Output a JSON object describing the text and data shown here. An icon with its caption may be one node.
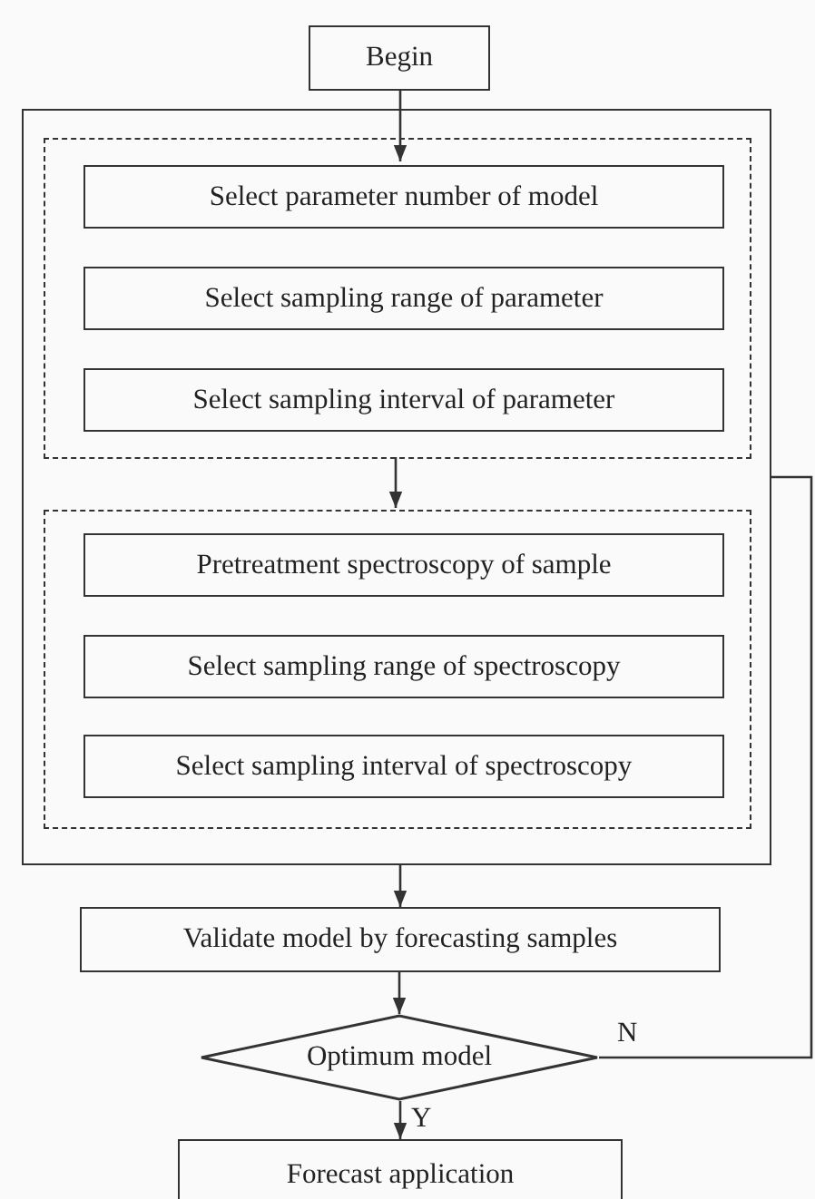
{
  "diagram": {
    "nodes": [
      {
        "text": [
          "Begin"
        ]
      },
      {
        "text": [],
        "shape": "box"
      },
      {
        "text": [],
        "shape": "box",
        "in": 1
      },
      {
        "text": [
          "Select parameter number of model"
        ],
        "in": 2
      },
      {
        "text": [
          "Select sampling range of parameter"
        ],
        "in": 2
      },
      {
        "text": [
          "Select sampling interval of parameter"
        ],
        "in": 2
      },
      {
        "text": [],
        "shape": "box",
        "in": 1
      },
      {
        "text": [
          "Pretreatment spectroscopy of sample"
        ],
        "in": 6
      },
      {
        "text": [
          "Select sampling range of spectroscopy"
        ],
        "in": 6
      },
      {
        "text": [
          "Select sampling interval of spectroscopy"
        ],
        "in": 6
      },
      {
        "text": [
          "Validate model by forecasting samples"
        ]
      },
      {
        "text": [
          "Optimum model"
        ]
      },
      {
        "text": [
          "Forecast application"
        ]
      }
    ],
    "edges": [
      {
        "from": 0,
        "to": 3,
        "arrow": "to"
      },
      {
        "from": 2,
        "to": 6,
        "arrow": "to"
      },
      {
        "from": 1,
        "to": 10,
        "arrow": "to"
      },
      {
        "from": 10,
        "to": 11,
        "arrow": "to"
      },
      {
        "from": 11,
        "to": 12,
        "arrow": "to",
        "label": "Y"
      },
      {
        "from": 11,
        "to": 1,
        "arrow": "none",
        "label": "N"
      }
    ]
  }
}
